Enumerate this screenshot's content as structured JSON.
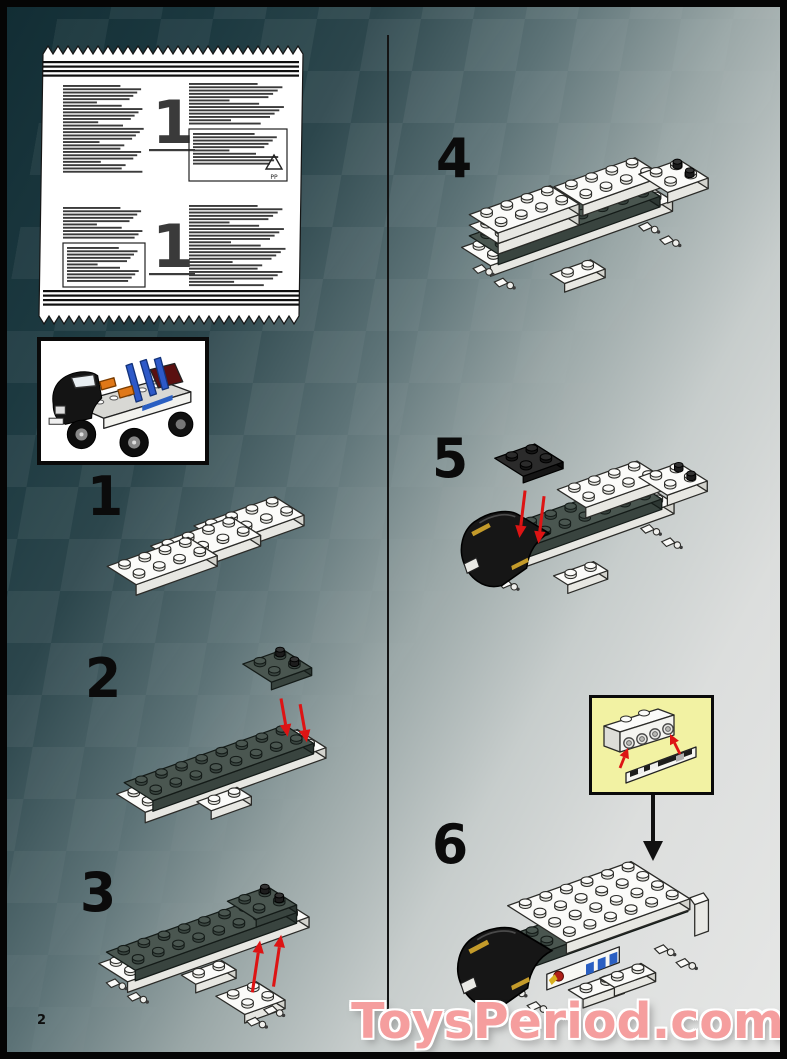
{
  "page": {
    "number": "2"
  },
  "watermark": {
    "text": "ToysPeriod.com"
  },
  "bag": {
    "sections": [
      {
        "numeral": "1"
      },
      {
        "numeral": "1"
      }
    ],
    "recycle_code": "PP"
  },
  "steps": [
    {
      "number": "1"
    },
    {
      "number": "2"
    },
    {
      "number": "3"
    },
    {
      "number": "4"
    },
    {
      "number": "5"
    },
    {
      "number": "6"
    }
  ],
  "colors": {
    "background_teal": "#17343b",
    "background_light": "#e2e4e3",
    "frame_black": "#050505",
    "plate_dark_top": "#4a5650",
    "plate_dark_front": "#39443f",
    "plate_dark_right": "#2d3733",
    "plate_white_top": "#fbfbf9",
    "plate_white_front": "#e7e7e2",
    "plate_white_right": "#d3d3cd",
    "black_part": "#171717",
    "arrow_red": "#dd1414",
    "arrow_black": "#111111",
    "callout_yellow": "#f2f2a3",
    "sticker_blue": "#2a5fc2",
    "accent_orange": "#e07818",
    "watermark_pink": "#f59e9e",
    "numeral_black": "#0b0b0b",
    "bag_text_gray": "#3b3b3b"
  }
}
